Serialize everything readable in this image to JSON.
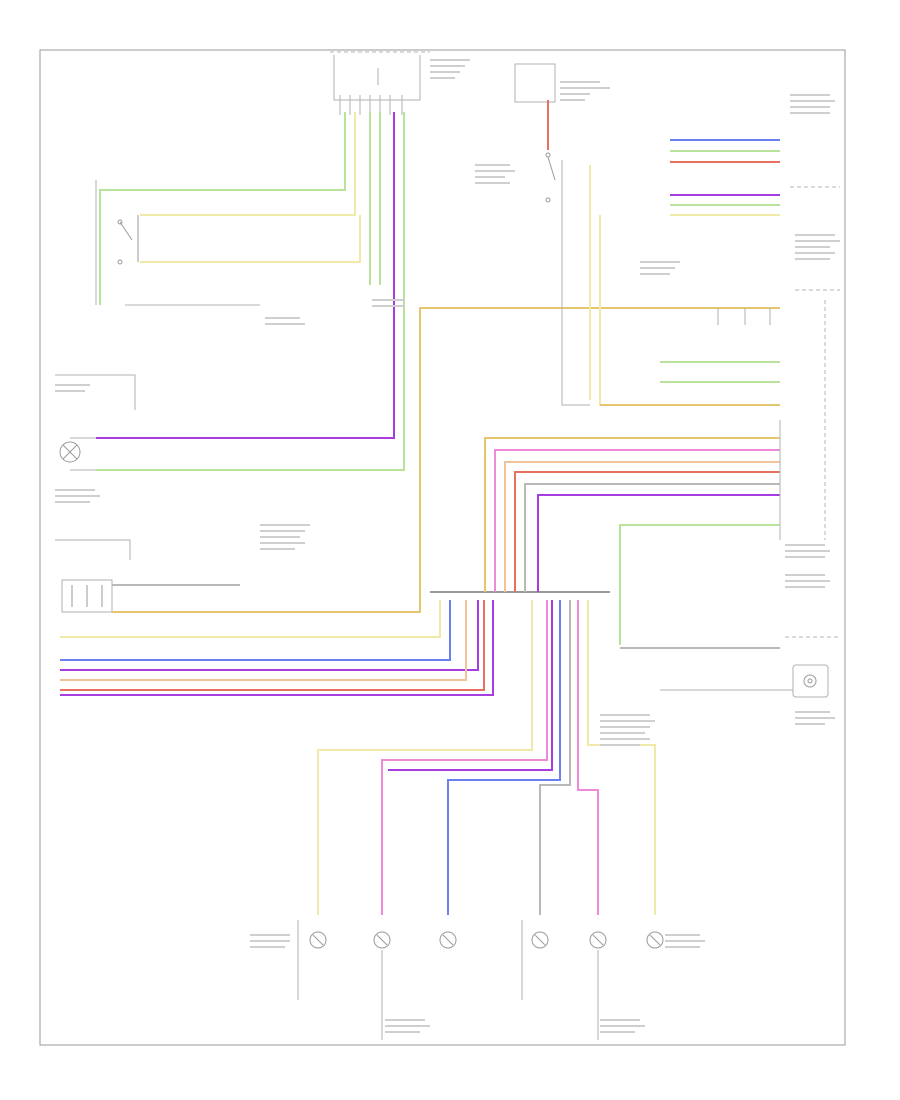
{
  "footer": {
    "code": ""
  },
  "colors": {
    "yellow": "#f1e9a8",
    "green": "#b7e39b",
    "violet": "#a63de0",
    "orange": "#f1c39a",
    "red": "#e8705f",
    "blue": "#6a7ff0",
    "pink": "#ee8ad9",
    "gray": "#b9b9b9",
    "tan": "#e5c66f",
    "frame": "#9a9a9a"
  },
  "diagram": {
    "components": [
      {
        "id": "seat-switch-left",
        "icon": "switch-icon"
      },
      {
        "id": "relay-module",
        "icon": "relay-icon"
      },
      {
        "id": "steering-column-switch",
        "icon": "switch-icon"
      },
      {
        "id": "light-switch",
        "icon": "switch-icon"
      },
      {
        "id": "headlamp-switch",
        "icon": "switch-icon"
      },
      {
        "id": "center-module",
        "icon": "module-icon"
      },
      {
        "id": "camera",
        "icon": "camera-icon"
      },
      {
        "id": "lamp-left-1",
        "icon": "lamp-icon"
      },
      {
        "id": "lamp-left-2",
        "icon": "lamp-icon"
      },
      {
        "id": "lamp-left-3",
        "icon": "lamp-icon"
      },
      {
        "id": "lamp-right-1",
        "icon": "lamp-icon"
      },
      {
        "id": "lamp-right-2",
        "icon": "lamp-icon"
      },
      {
        "id": "lamp-right-3",
        "icon": "lamp-icon"
      }
    ]
  }
}
